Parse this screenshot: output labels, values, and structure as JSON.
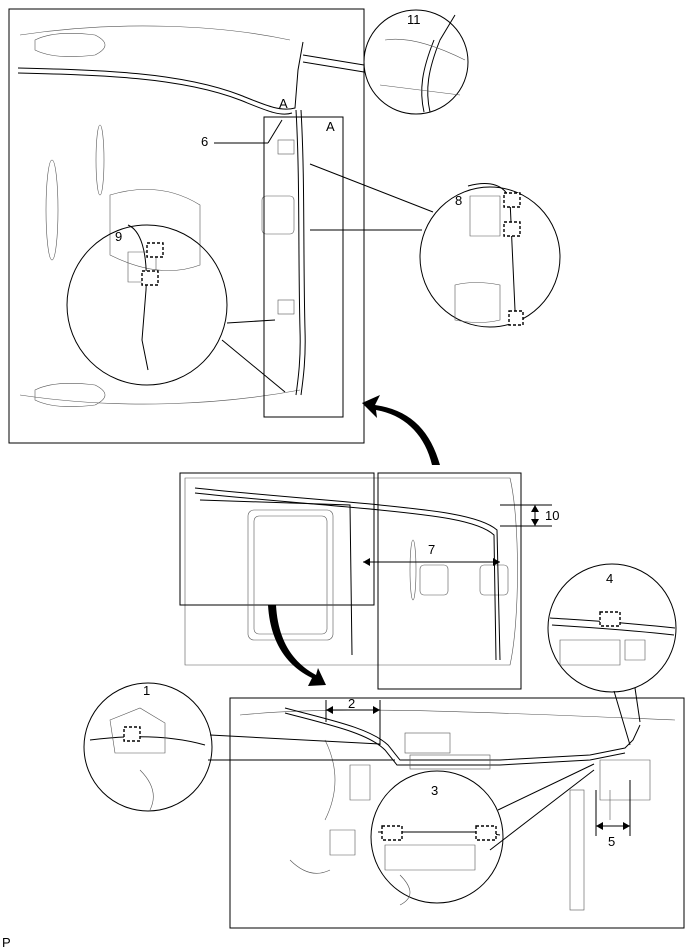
{
  "callouts": {
    "c1": "1",
    "c2": "2",
    "c3": "3",
    "c4": "4",
    "c5": "5",
    "c6": "6",
    "c7": "7",
    "c8": "8",
    "c9": "9",
    "c10": "10",
    "c11": "11"
  },
  "view_label_a1": "A",
  "view_label_a2": "A",
  "footer_code": "P",
  "colors": {
    "line": "#000000",
    "detail": "#555555",
    "background": "#ffffff"
  }
}
